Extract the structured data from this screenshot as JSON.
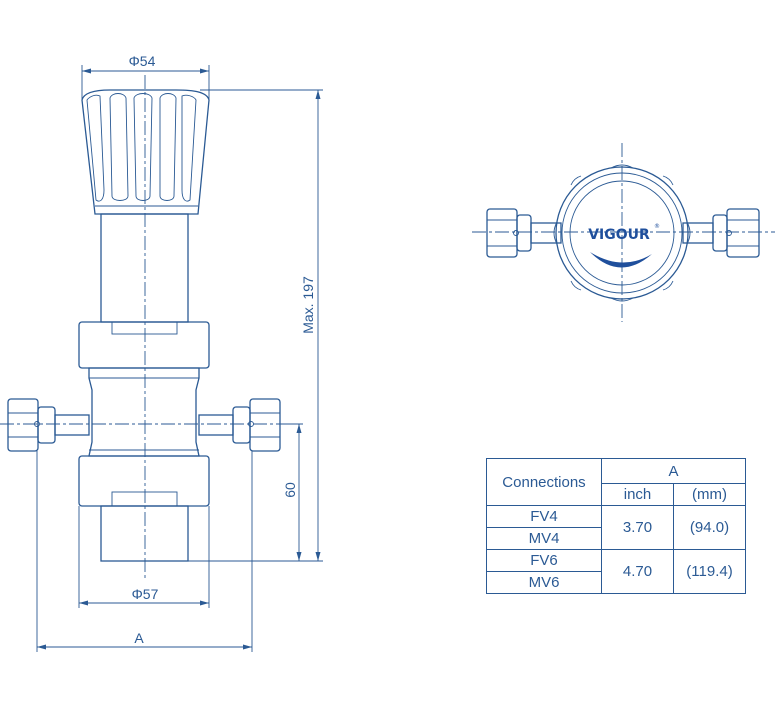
{
  "dimensions": {
    "top_diameter": "Φ54",
    "bottom_diameter": "Φ57",
    "max_height": "Max. 197",
    "port_height": "60",
    "width_A": "A"
  },
  "logo": {
    "text": "VIGOUR",
    "mark": "®"
  },
  "table": {
    "header_connections": "Connections",
    "header_A": "A",
    "unit_inch": "inch",
    "unit_mm": "(mm)",
    "rows": [
      {
        "connection_1": "FV4",
        "connection_2": "MV4",
        "inch": "3.70",
        "mm": "(94.0)"
      },
      {
        "connection_1": "FV6",
        "connection_2": "MV6",
        "inch": "4.70",
        "mm": "(119.4)"
      }
    ]
  },
  "colors": {
    "line": "#2b5a94",
    "logo_blue": "#1f4f9c",
    "background": "#ffffff"
  }
}
